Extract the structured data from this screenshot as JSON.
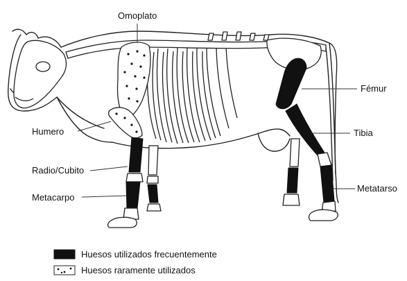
{
  "labels": {
    "omoplato": "Omoplato",
    "humero": "Humero",
    "radio_cubito": "Radio/Cubito",
    "metacarpo": "Metacarpo",
    "femur": "Fémur",
    "tibia": "Tibia",
    "metatarso": "Metatarso"
  },
  "legend": {
    "frequent": "Huesos utilizados frecuentemente",
    "rare": "Huesos raramente utilizados"
  },
  "colors": {
    "frequent_bone": "#111111",
    "outline": "#222222",
    "background": "#ffffff"
  }
}
